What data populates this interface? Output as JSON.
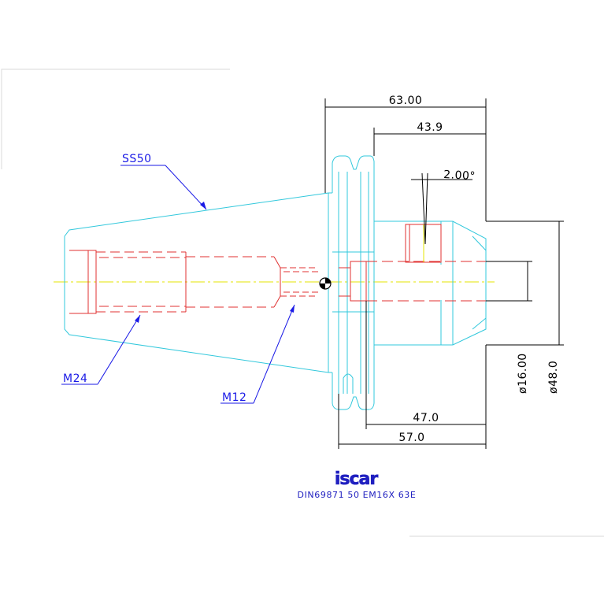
{
  "colors": {
    "outline": "#32c8dc",
    "thread": "#e03030",
    "dimension": "#000000",
    "leader": "#1a1ae6",
    "centerline": "#e6e600",
    "ball": "#000000",
    "frame": "#d0d0d0",
    "brand": "#2020c0"
  },
  "dimensions": {
    "overall_length": "63.00",
    "flange_length": "43.9",
    "angle": "2.00°",
    "bore_diameter": "ø16.00",
    "outer_diameter": "ø48.0",
    "length_47": "47.0",
    "length_57": "57.0"
  },
  "callouts": {
    "taper_size": "SS50",
    "rear_thread": "M24",
    "front_thread": "M12"
  },
  "title_block": {
    "logo_text": "iscar",
    "part_description": "DIN69871 50 EM16X 63E"
  }
}
